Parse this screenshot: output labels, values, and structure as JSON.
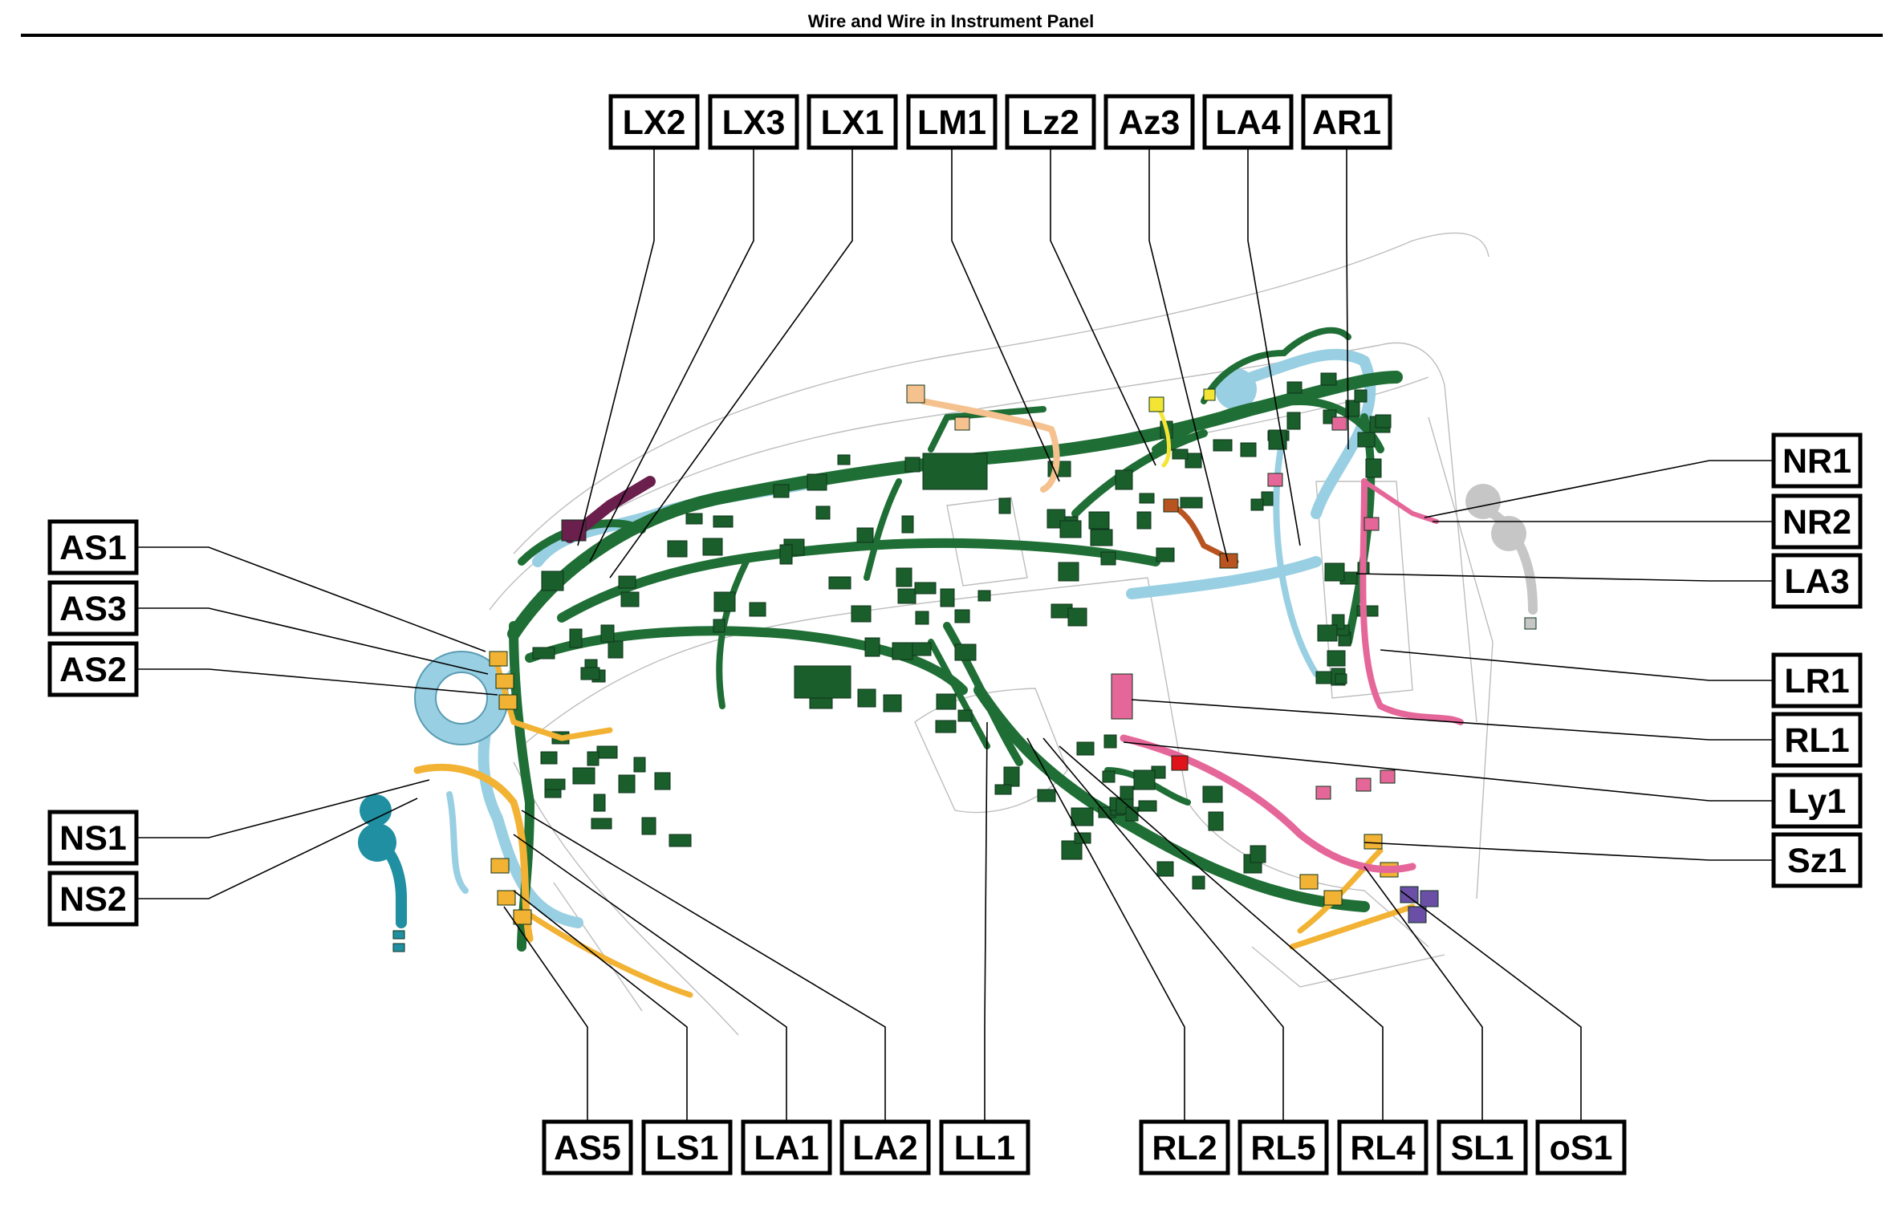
{
  "title": "Wire and Wire in Instrument Panel",
  "colors": {
    "main_harness": "#1f6e35",
    "main_connector": "#1a5e2c",
    "light_blue": "#99cfe2",
    "teal": "#1f8fa1",
    "orange": "#f2b233",
    "pink": "#e5679a",
    "yellow": "#f4e534",
    "purple": "#6a1f4d",
    "violet": "#6b4fa6",
    "tan": "#f5c18f",
    "gray": "#c6c6c6",
    "red": "#e0131b",
    "rust": "#b9531f"
  },
  "labels": {
    "top": [
      "LX2",
      "LX3",
      "LX1",
      "LM1",
      "Lz2",
      "Az3",
      "LA4",
      "AR1"
    ],
    "left": [
      "AS1",
      "AS3",
      "AS2",
      "NS1",
      "NS2"
    ],
    "right": [
      "NR1",
      "NR2",
      "LA3",
      "LR1",
      "RL1",
      "Ly1",
      "Sz1"
    ],
    "bottom": [
      "AS5",
      "LS1",
      "LA1",
      "LA2",
      "LL1",
      "RL2",
      "RL5",
      "RL4",
      "SL1",
      "oS1"
    ]
  }
}
